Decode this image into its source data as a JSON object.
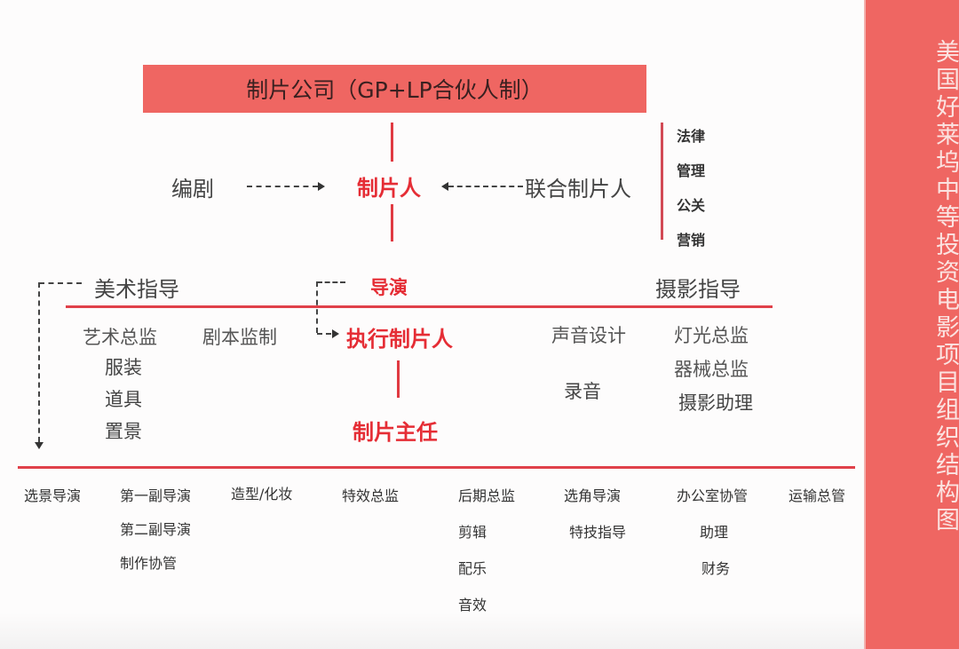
{
  "side_title": "美国好莱坞中等投资电影项目组织结构图",
  "top_box": "制片公司（GP+LP合伙人制）",
  "producer_row": {
    "writer": "编剧",
    "producer": "制片人",
    "co_producer": "联合制片人",
    "support": [
      "法律",
      "管理",
      "公关",
      "营销"
    ]
  },
  "heads_row": {
    "art_director": "美术指导",
    "director": "导演",
    "cinematography_director": "摄影指导"
  },
  "middle": {
    "art_column": {
      "head": "艺术总监",
      "items": [
        "服装",
        "道具",
        "置景"
      ]
    },
    "script_supervisor": "剧本监制",
    "line_producer": "执行制片人",
    "production_manager": "制片主任",
    "sound_column": {
      "head": "声音设计",
      "items": [
        "录音"
      ]
    },
    "camera_column": {
      "items": [
        "灯光总监",
        "器械总监",
        "摄影助理"
      ]
    }
  },
  "bottom_row": [
    {
      "items": [
        "选景导演"
      ]
    },
    {
      "items": [
        "第一副导演",
        "第二副导演",
        "制作协管"
      ]
    },
    {
      "items": [
        "造型/化妆"
      ]
    },
    {
      "items": [
        "特效总监"
      ]
    },
    {
      "items": [
        "后期总监",
        "剪辑",
        "配乐",
        "音效"
      ]
    },
    {
      "items": [
        "选角导演",
        "特技指导"
      ]
    },
    {
      "items": [
        "办公室协管",
        "助理",
        "财务"
      ]
    },
    {
      "items": [
        "运输总管"
      ]
    }
  ],
  "colors": {
    "accent_fill": "#ef6662",
    "accent_line": "#e0414a",
    "accent_text": "#e52d35",
    "body_text": "#3a3a3a"
  }
}
